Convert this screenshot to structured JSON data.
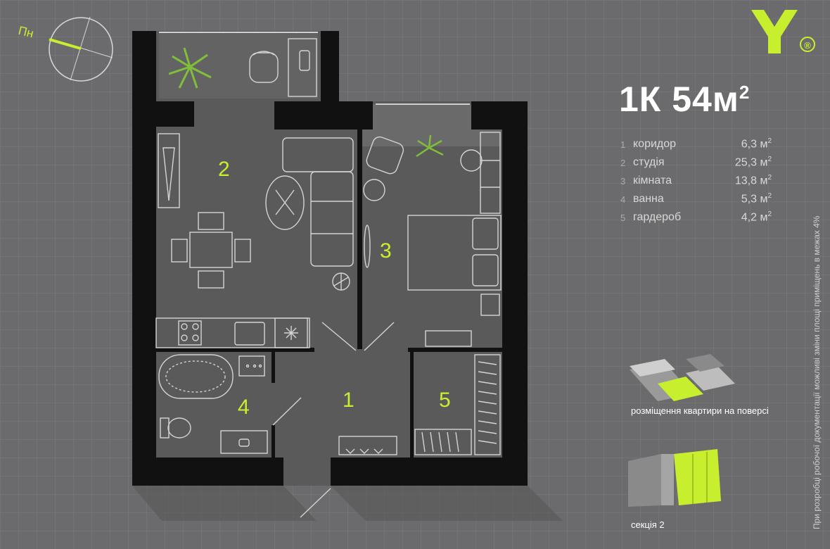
{
  "plan": {
    "north_label": "Пн",
    "rooms": [
      {
        "number": "1"
      },
      {
        "number": "2"
      },
      {
        "number": "3"
      },
      {
        "number": "4"
      },
      {
        "number": "5"
      }
    ]
  },
  "header": {
    "title_main": "1К 54м",
    "title_sup": "2"
  },
  "legend": {
    "unit": "м",
    "unit_sup": "2",
    "items": [
      {
        "num": "1",
        "name": "коридор",
        "area": "6,3"
      },
      {
        "num": "2",
        "name": "студія",
        "area": "25,3"
      },
      {
        "num": "3",
        "name": "кімната",
        "area": "13,8"
      },
      {
        "num": "4",
        "name": "ванна",
        "area": "5,3"
      },
      {
        "num": "5",
        "name": "гардероб",
        "area": "4,2"
      }
    ]
  },
  "floor_caption": "розміщення квартири на поверсі",
  "section_caption": "секція 2",
  "side_note": "При розробці робочої документації можливі зміни площі приміщень в межах 4%",
  "logo": {
    "reg": "®"
  },
  "colors": {
    "accent": "#c8ef2d",
    "wall": "#111111",
    "background": "#6b6b6d",
    "floor": "#5a5a5b"
  }
}
